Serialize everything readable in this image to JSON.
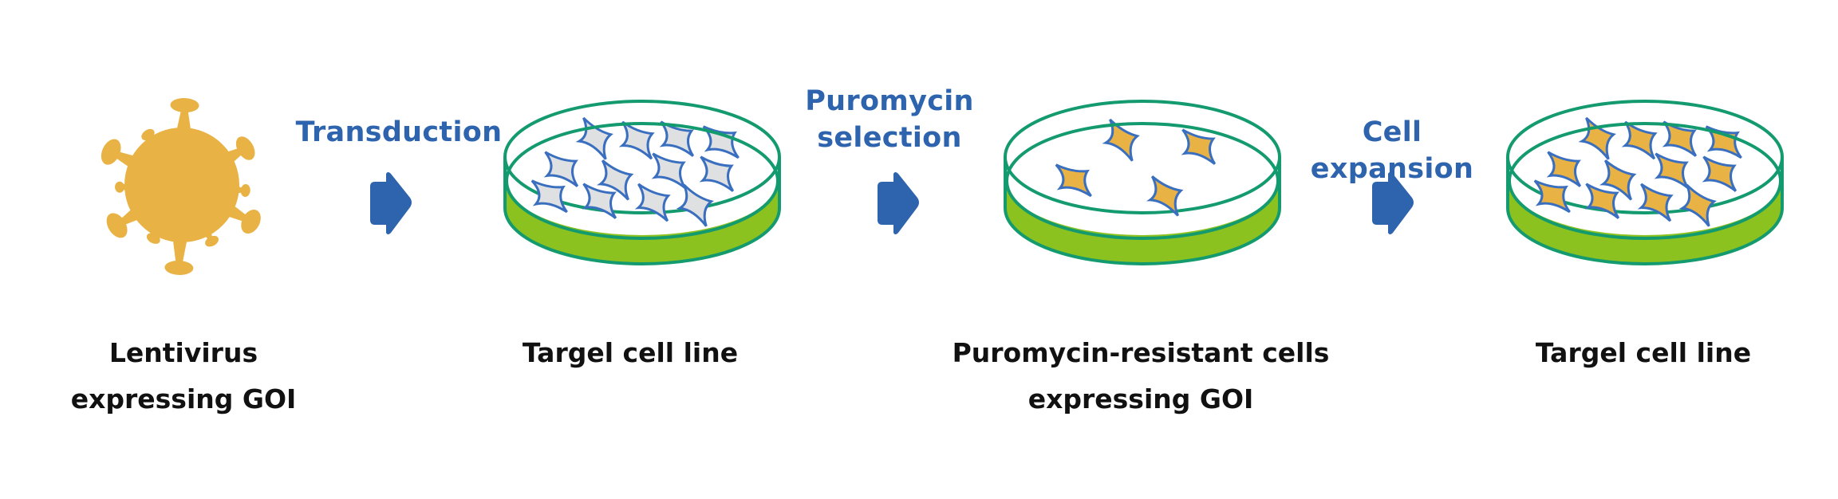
{
  "title": "Lentiviral stable cell line generation workflow",
  "colors": {
    "virus": "#e9b244",
    "arrow": "#2e64ae",
    "step_text": "#2e64ae",
    "dish_rim": "#139a6e",
    "medium": "#8cc21f",
    "cell_outline": "#3a6fc0",
    "untransduced_cell_fill": "#dfe0e2",
    "transduced_cell_fill": "#e9b244",
    "caption_text": "#111111"
  },
  "steps": [
    {
      "label": "Transduction",
      "icon": "right-arrow-icon"
    },
    {
      "label": "Puromycin selection",
      "label_lines": [
        "Puromycin",
        "selection"
      ],
      "icon": "right-arrow-icon"
    },
    {
      "label": "Cell expansion",
      "icon": "right-arrow-icon"
    }
  ],
  "stages": [
    {
      "icon": "lentivirus-icon",
      "caption_lines": [
        "Lentivirus",
        "expressing GOI"
      ]
    },
    {
      "icon": "culture-dish-icon",
      "caption_lines": [
        "Targel cell line"
      ],
      "cell_count": 12,
      "cell_type": "untransduced"
    },
    {
      "icon": "culture-dish-icon",
      "caption_lines": [
        "Puromycin-resistant cells",
        "expressing GOI"
      ],
      "cell_count": 4,
      "cell_type": "transduced"
    },
    {
      "icon": "culture-dish-icon",
      "caption_lines": [
        "Targel cell line"
      ],
      "cell_count": 12,
      "cell_type": "transduced"
    }
  ]
}
